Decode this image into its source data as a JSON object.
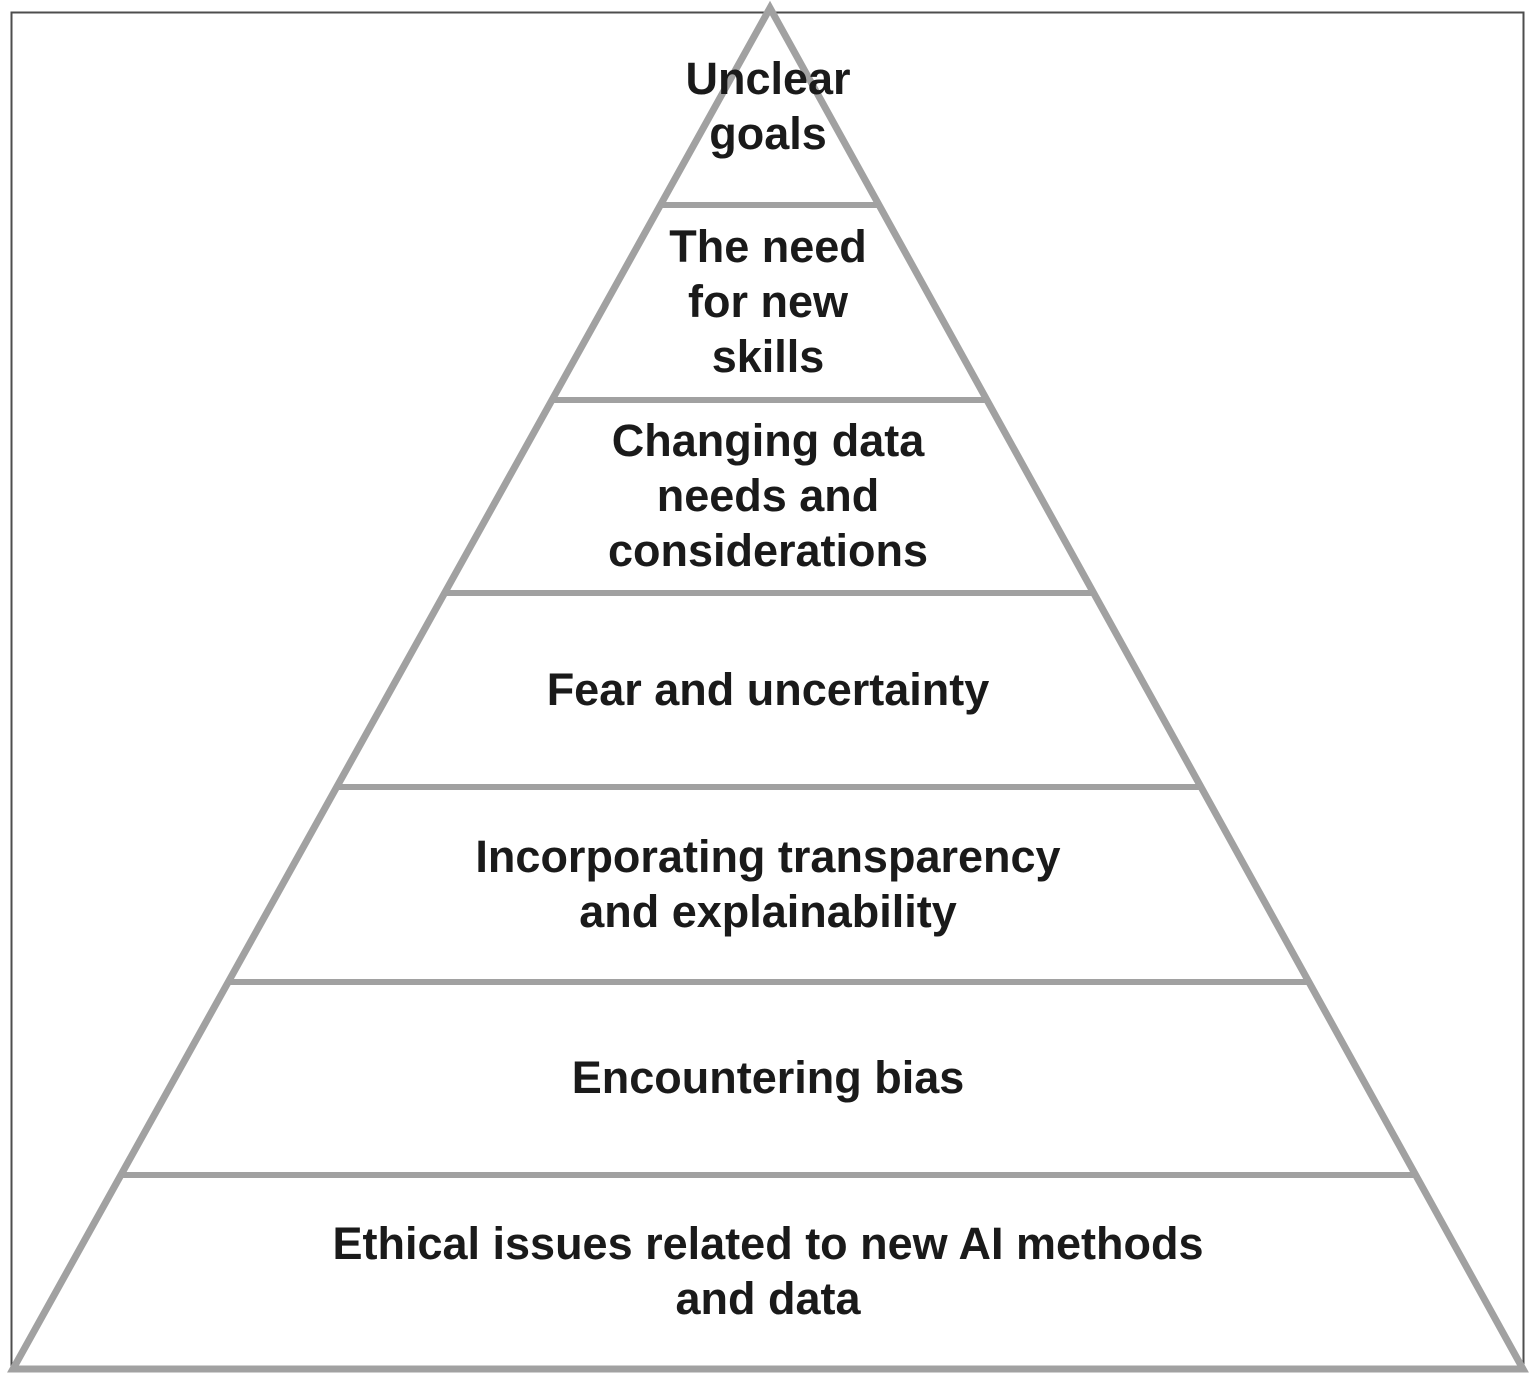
{
  "diagram": {
    "type": "pyramid",
    "title": "",
    "levels": [
      {
        "rank": 1,
        "label": "Unclear\ngoals"
      },
      {
        "rank": 2,
        "label": "The need\nfor new\nskills"
      },
      {
        "rank": 3,
        "label": "Changing data\nneeds and\nconsiderations"
      },
      {
        "rank": 4,
        "label": "Fear and uncertainty"
      },
      {
        "rank": 5,
        "label": "Incorporating transparency\nand explainability"
      },
      {
        "rank": 6,
        "label": "Encountering bias"
      },
      {
        "rank": 7,
        "label": "Ethical issues related to new AI methods\nand data"
      }
    ]
  },
  "colors": {
    "pyramid_stroke": "#a1a1a1",
    "frame_border": "#4d4d4d",
    "fill": "#ffffff",
    "text": "#1a1a1a",
    "background": "#ffffff"
  }
}
